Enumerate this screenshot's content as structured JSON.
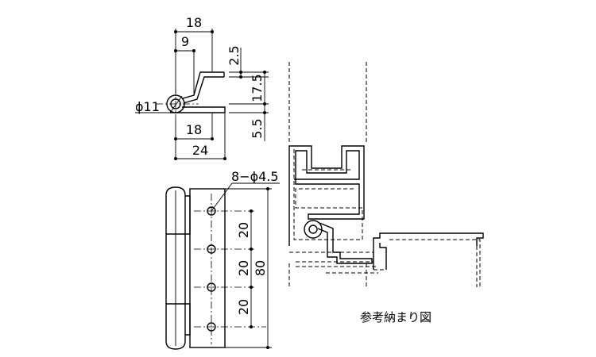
{
  "side_view": {
    "dims": {
      "top_width": "18",
      "offset": "9",
      "tab_gap": "2.5",
      "plate_offset": "17.5",
      "leaf_gap": "5.5",
      "pin_diameter": "ϕ11",
      "leaf_width": "18",
      "overall_width": "24"
    }
  },
  "front_view": {
    "dims": {
      "holes": "8−ϕ4.5",
      "pitch_1": "20",
      "pitch_2": "20",
      "pitch_3": "20",
      "height": "80"
    }
  },
  "reference": {
    "caption": "参考納まり図"
  }
}
